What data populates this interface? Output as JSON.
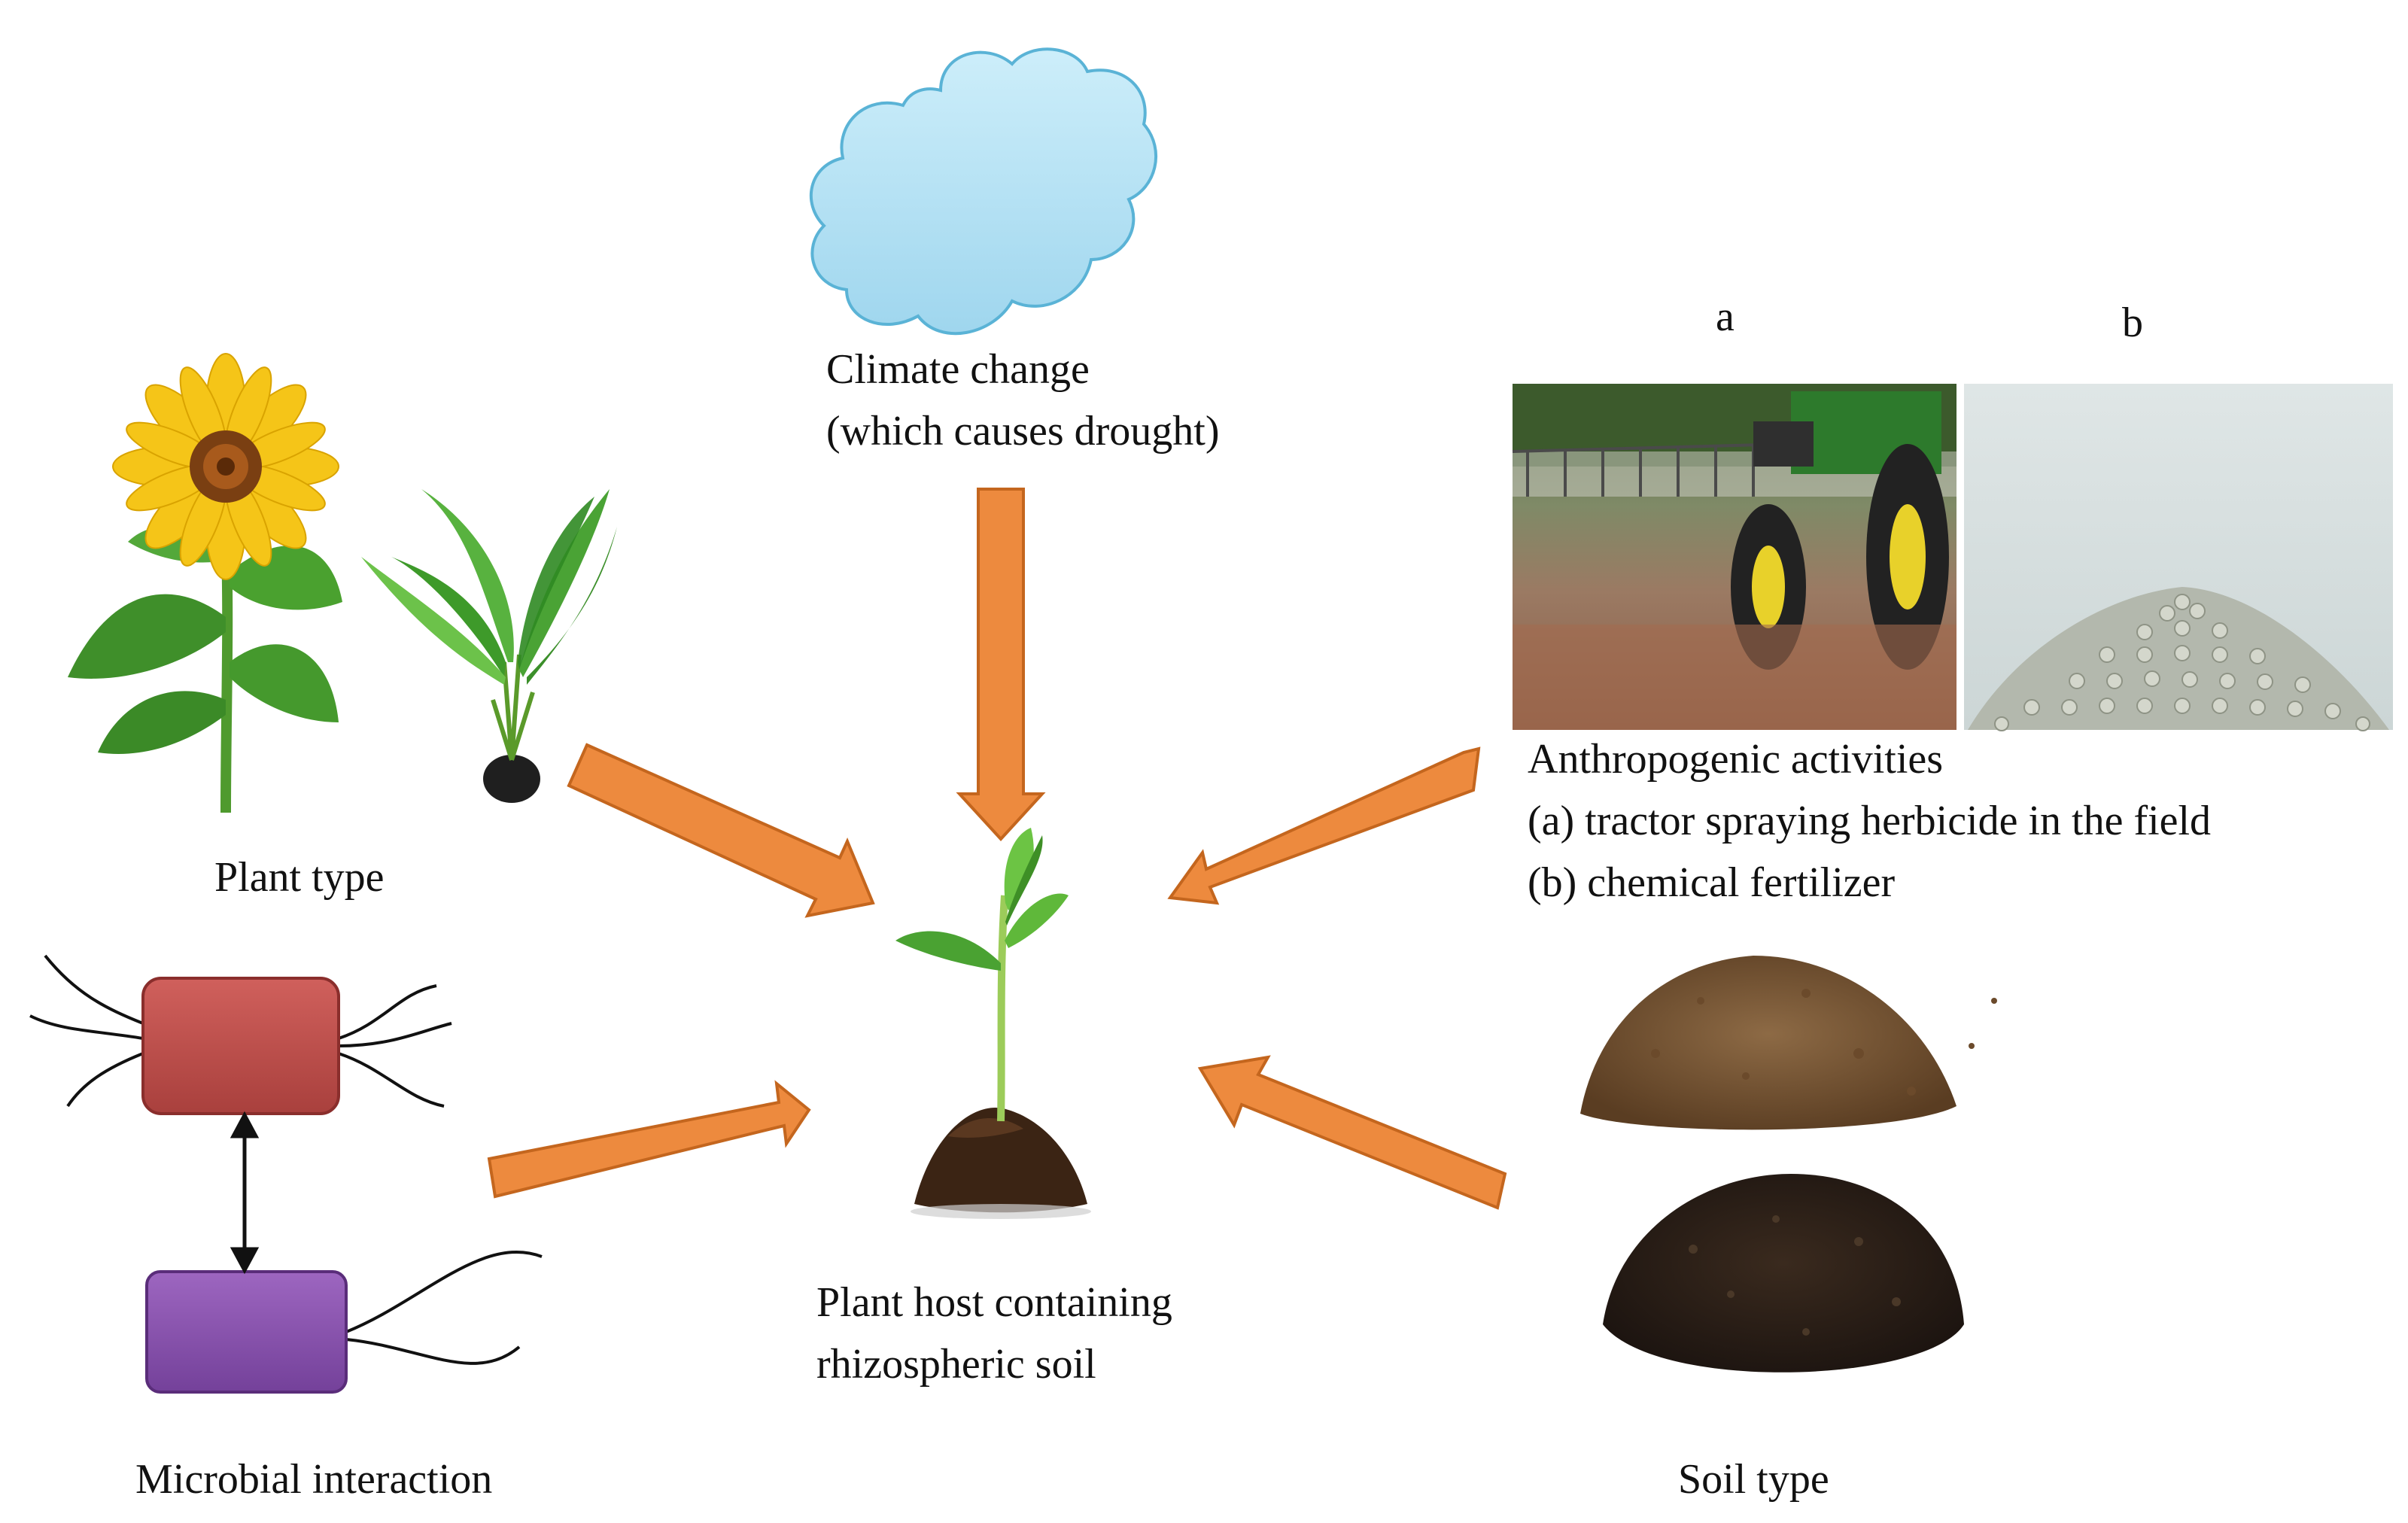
{
  "factors": {
    "climate": {
      "line1": "Climate change",
      "line2": "(which causes drought)"
    },
    "plant_type": {
      "label": "Plant type"
    },
    "anthropogenic": {
      "title": "Anthropogenic  activities",
      "item_a": "(a) tractor  spraying herbicide in the field",
      "item_b": "(b) chemical fertilizer",
      "photo_a_letter": "a",
      "photo_b_letter": "b"
    },
    "microbial": {
      "label": "Microbial interaction"
    },
    "soil": {
      "label": "Soil  type"
    }
  },
  "center": {
    "line1": "Plant host containing",
    "line2": "rhizospheric soil"
  },
  "colors": {
    "arrow": "#ED8A3E",
    "arrow_stroke": "#C4661E",
    "cloud": "#B3E1F3",
    "microbe_red": "#C0504D",
    "microbe_purple": "#8E55B0"
  }
}
